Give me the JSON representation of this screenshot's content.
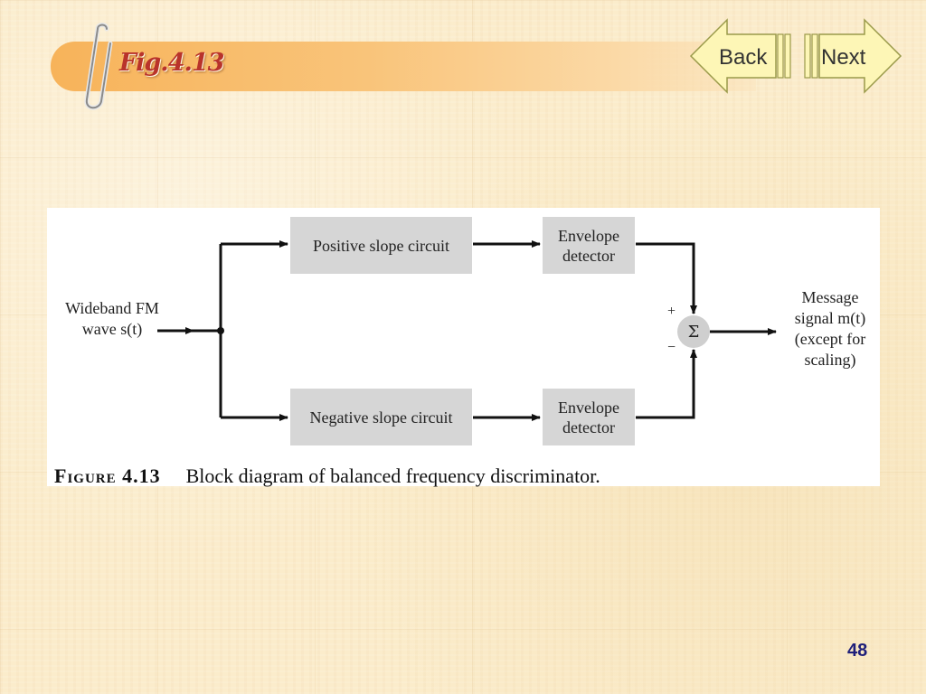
{
  "slide": {
    "title": "Fig.4.13",
    "page_number": "48"
  },
  "nav": {
    "back_label": "Back",
    "next_label": "Next"
  },
  "diagram": {
    "input_label_line1": "Wideband FM",
    "input_label_line2": "wave s(t)",
    "positive_circuit": "Positive slope circuit",
    "negative_circuit": "Negative slope circuit",
    "envelope_top_line1": "Envelope",
    "envelope_top_line2": "detector",
    "envelope_bottom_line1": "Envelope",
    "envelope_bottom_line2": "detector",
    "sum_symbol": "Σ",
    "plus_sign": "+",
    "minus_sign": "−",
    "output_line1": "Message",
    "output_line2": "signal m(t)",
    "output_line3": "(except for",
    "output_line4": "scaling)"
  },
  "caption": {
    "label": "Figure 4.13",
    "text": "Block diagram of balanced frequency discriminator."
  },
  "colors": {
    "title_color": "#b9332b",
    "title_bar": "#f7b35a",
    "nav_fill": "#fdf6b6",
    "block_fill": "#d6d6d6",
    "page_number": "#1f1f7a"
  }
}
